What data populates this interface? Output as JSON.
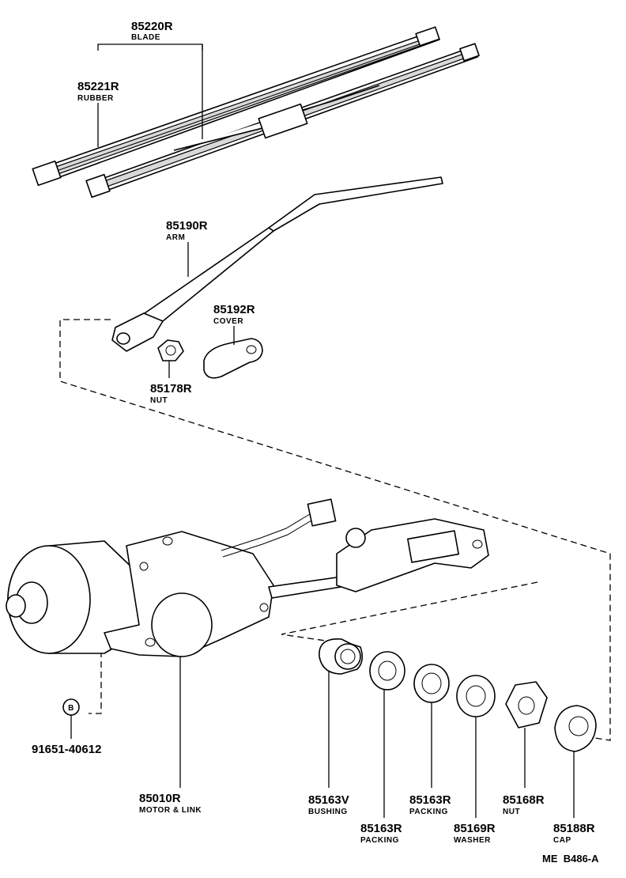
{
  "parts": {
    "blade": {
      "number": "85220R",
      "name": "BLADE"
    },
    "rubber": {
      "number": "85221R",
      "name": "RUBBER"
    },
    "arm": {
      "number": "85190R",
      "name": "ARM"
    },
    "cover": {
      "number": "85192R",
      "name": "COVER"
    },
    "arm_nut": {
      "number": "85178R",
      "name": "NUT"
    },
    "bolt": {
      "number": "91651-40612",
      "marker": "B"
    },
    "motor": {
      "number": "85010R",
      "name": "MOTOR & LINK"
    },
    "bushing": {
      "number": "85163V",
      "name": "BUSHING"
    },
    "packing_outer": {
      "number": "85163R",
      "name": "PACKING"
    },
    "packing_inner": {
      "number": "85163R",
      "name": "PACKING"
    },
    "washer": {
      "number": "85169R",
      "name": "WASHER"
    },
    "pivot_nut": {
      "number": "85168R",
      "name": "NUT"
    },
    "cap": {
      "number": "85188R",
      "name": "CAP"
    }
  },
  "diagram_code": "ME  B486-A"
}
